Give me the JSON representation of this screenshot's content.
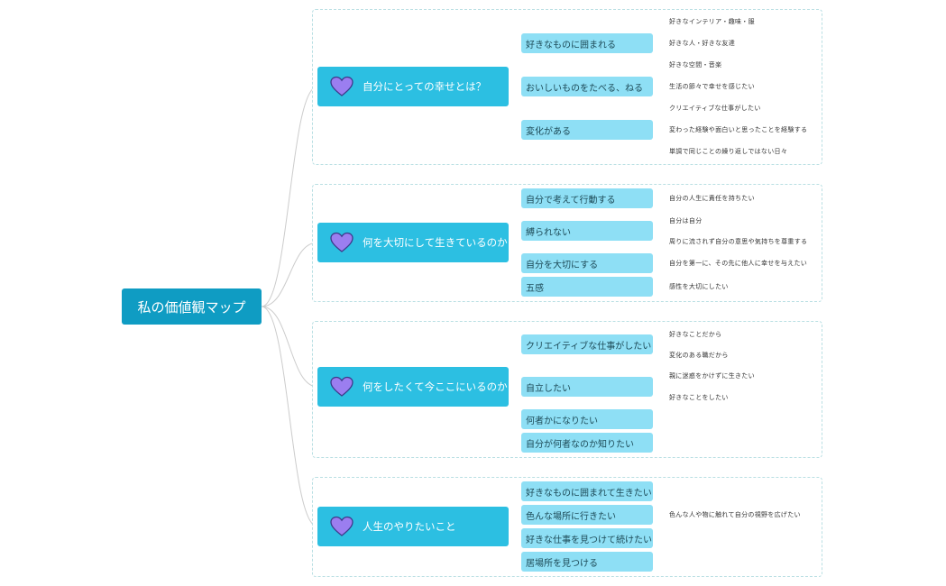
{
  "root": "私の価値観マップ",
  "colors": {
    "root": "#0f9cc3",
    "topic": "#2cbfe2",
    "sub": "#8edff5",
    "heart": "#9b7ef0",
    "wire": "#cccccc"
  },
  "groups": [
    {
      "topic": "自分にとっての幸せとは？",
      "subs": [
        {
          "label": "好きなものに囲まれる",
          "leaves": [
            "好きなインテリア・趣味・服",
            "好きな人・好きな友達",
            "好きな空間・音楽"
          ]
        },
        {
          "label": "おいしいものをたべる、ねる",
          "leaves": [
            "生活の節々で幸せを感じたい"
          ]
        },
        {
          "label": "変化がある",
          "leaves": [
            "クリエイティブな仕事がしたい",
            "変わった経験や面白いと思ったことを経験する",
            "単調で同じことの繰り返しではない日々"
          ]
        }
      ]
    },
    {
      "topic": "何を大切にして生きているのか",
      "subs": [
        {
          "label": "自分で考えて行動する",
          "leaves": [
            "自分の人生に責任を持ちたい"
          ]
        },
        {
          "label": "縛られない",
          "leaves": [
            "自分は自分",
            "周りに流されず自分の意思や気持ちを尊重する"
          ]
        },
        {
          "label": "自分を大切にする",
          "leaves": [
            "自分を第一に、その先に他人に幸せを与えたい"
          ]
        },
        {
          "label": "五感",
          "leaves": [
            "感性を大切にしたい"
          ]
        }
      ]
    },
    {
      "topic": "何をしたくて今ここにいるのか",
      "subs": [
        {
          "label": "クリエイティブな仕事がしたい",
          "leaves": [
            "好きなことだから",
            "変化のある職だから"
          ]
        },
        {
          "label": "自立したい",
          "leaves": [
            "親に迷惑をかけずに生きたい",
            "好きなことをしたい"
          ]
        },
        {
          "label": "何者かになりたい",
          "leaves": []
        },
        {
          "label": "自分が何者なのか知りたい",
          "leaves": []
        }
      ]
    },
    {
      "topic": "人生のやりたいこと",
      "subs": [
        {
          "label": "好きなものに囲まれて生きたい",
          "leaves": []
        },
        {
          "label": "色んな場所に行きたい",
          "leaves": [
            "色んな人や物に触れて自分の視野を広げたい"
          ]
        },
        {
          "label": "好きな仕事を見つけて続けたい",
          "leaves": []
        },
        {
          "label": "居場所を見つける",
          "leaves": []
        }
      ]
    }
  ]
}
